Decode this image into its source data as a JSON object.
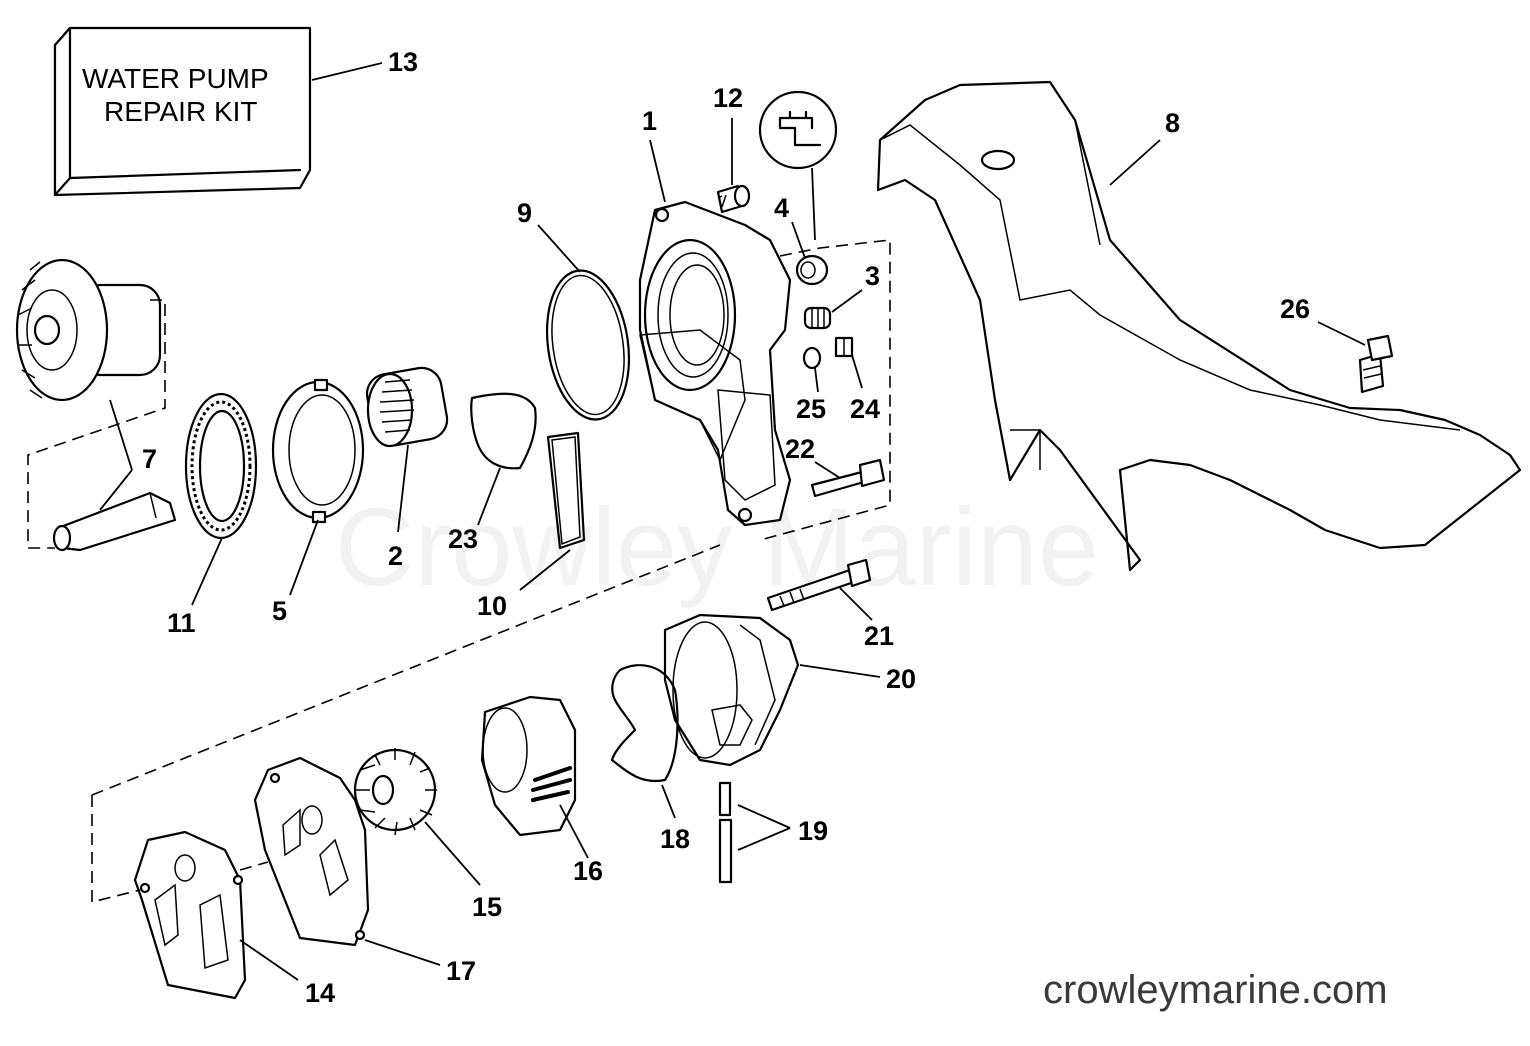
{
  "kit": {
    "line1": "WATER PUMP",
    "line2": "REPAIR KIT"
  },
  "watermark": "Crowley Marine",
  "site": "crowleymarine.com",
  "callouts": {
    "c1": "1",
    "c2": "2",
    "c3": "3",
    "c4": "4",
    "c5": "5",
    "c7": "7",
    "c8": "8",
    "c9": "9",
    "c10": "10",
    "c11": "11",
    "c12": "12",
    "c13": "13",
    "c14": "14",
    "c15": "15",
    "c16": "16",
    "c17": "17",
    "c18": "18",
    "c19": "19",
    "c20": "20",
    "c21": "21",
    "c22": "22",
    "c23": "23",
    "c24": "24",
    "c25": "25",
    "c26": "26"
  }
}
